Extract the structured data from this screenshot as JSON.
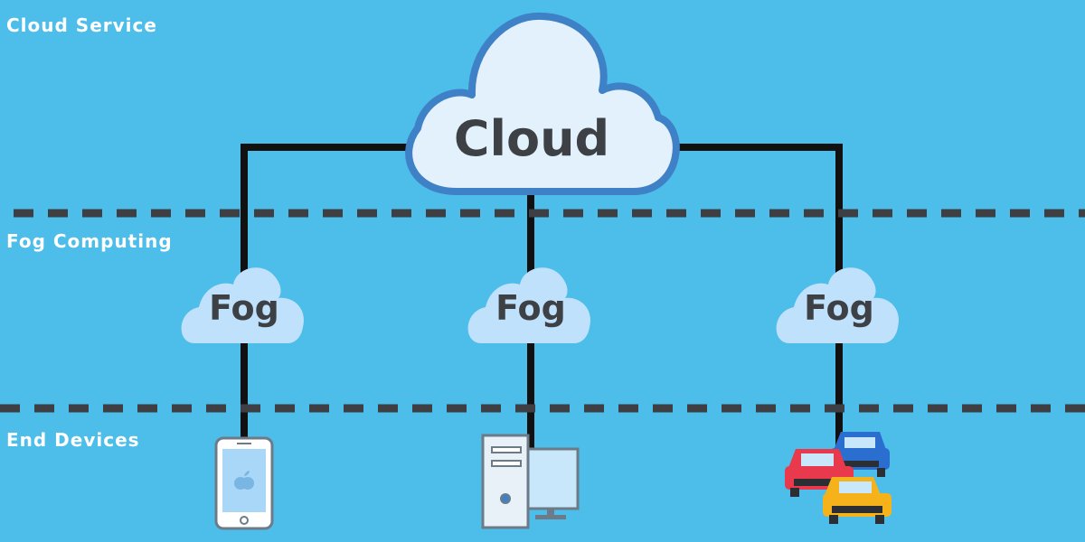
{
  "layers": {
    "cloud_service": "Cloud Service",
    "fog_computing": "Fog Computing",
    "end_devices": "End Devices"
  },
  "nodes": {
    "cloud": "Cloud",
    "fog_left": "Fog",
    "fog_center": "Fog",
    "fog_right": "Fog"
  },
  "devices": [
    {
      "type": "smartphone-icon"
    },
    {
      "type": "desktop-computer-icon"
    },
    {
      "type": "cars-icon"
    }
  ],
  "colors": {
    "background": "#4dbde9",
    "cloud_fill": "#e3f1fd",
    "cloud_stroke": "#3e81c6",
    "fog_fill": "#bfe1fb",
    "connector": "#111111",
    "divider": "#3d3f44",
    "label_text": "#ffffff",
    "node_text": "#3d4145"
  }
}
